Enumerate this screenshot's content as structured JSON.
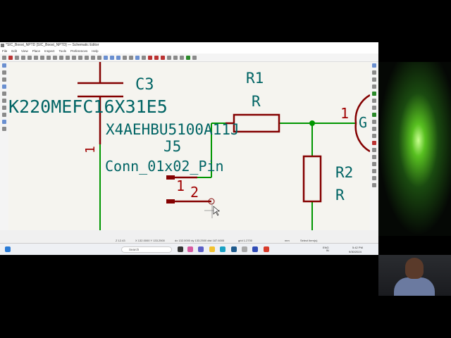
{
  "window": {
    "title": "*SIC_Boost_NPTD [SIC_Boost_NPTD] — Schematic Editor",
    "menu": [
      "File",
      "Edit",
      "View",
      "Place",
      "Inspect",
      "Tools",
      "Preferences",
      "Help"
    ]
  },
  "schematic": {
    "c3_ref": "C3",
    "c3_value": "K220MEFC16X31E5",
    "c3_pin": "1",
    "overlap_value": "X4AEHBU5100A11J",
    "r1_ref": "R1",
    "r1_value": "R",
    "r2_ref": "R2",
    "r2_value": "R",
    "j5_ref": "J5",
    "j5_value": "Conn_01x02_Pin",
    "j5_pin1": "1",
    "j5_pin2": "2",
    "right_pin": "1",
    "right_label": "G",
    "colors": {
      "symbol": "#840000",
      "wire": "#009600",
      "field": "#006464",
      "junction": "#009600"
    }
  },
  "status": {
    "zoom": "Z 12.43",
    "cursor": "X 132.0000  Y 133.2500",
    "delta": "dx 132.0000  dy 133.2500  dist 187.6005",
    "grid": "grid 1.2700",
    "units": "mm",
    "message": "Select item(s)"
  },
  "taskbar": {
    "search_placeholder": "Search",
    "lang": "ENG\nIN",
    "time": "5:42 PM",
    "date": "9/30/2024"
  }
}
